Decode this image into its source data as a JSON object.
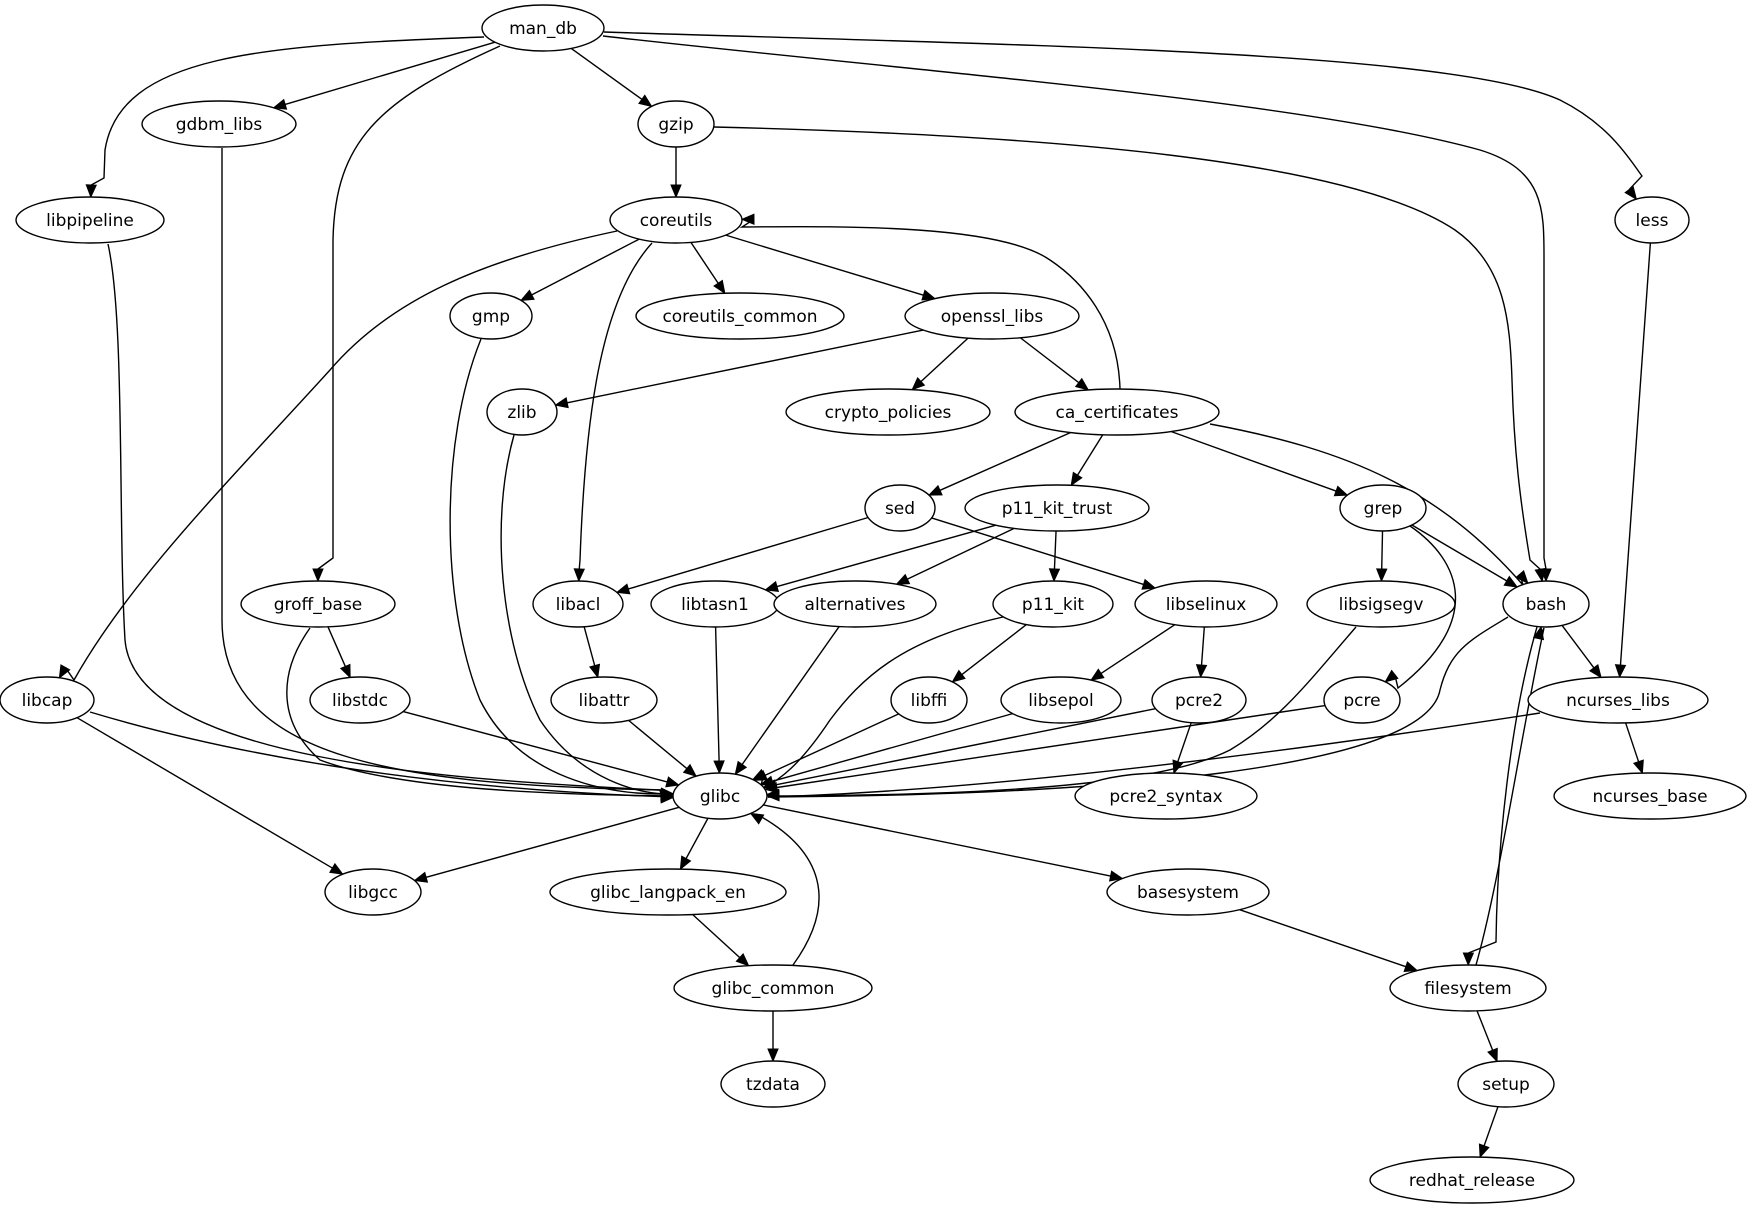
{
  "diagram": {
    "type": "directed-graph",
    "title": "package dependency graph",
    "nodes": [
      {
        "id": "man_db",
        "label": "man_db"
      },
      {
        "id": "gdbm_libs",
        "label": "gdbm_libs"
      },
      {
        "id": "gzip",
        "label": "gzip"
      },
      {
        "id": "libpipeline",
        "label": "libpipeline"
      },
      {
        "id": "coreutils",
        "label": "coreutils"
      },
      {
        "id": "less",
        "label": "less"
      },
      {
        "id": "gmp",
        "label": "gmp"
      },
      {
        "id": "coreutils_common",
        "label": "coreutils_common"
      },
      {
        "id": "openssl_libs",
        "label": "openssl_libs"
      },
      {
        "id": "zlib",
        "label": "zlib"
      },
      {
        "id": "crypto_policies",
        "label": "crypto_policies"
      },
      {
        "id": "ca_certificates",
        "label": "ca_certificates"
      },
      {
        "id": "sed",
        "label": "sed"
      },
      {
        "id": "p11_kit_trust",
        "label": "p11_kit_trust"
      },
      {
        "id": "grep",
        "label": "grep"
      },
      {
        "id": "groff_base",
        "label": "groff_base"
      },
      {
        "id": "libacl",
        "label": "libacl"
      },
      {
        "id": "libtasn1",
        "label": "libtasn1"
      },
      {
        "id": "alternatives",
        "label": "alternatives"
      },
      {
        "id": "p11_kit",
        "label": "p11_kit"
      },
      {
        "id": "libselinux",
        "label": "libselinux"
      },
      {
        "id": "libsigsegv",
        "label": "libsigsegv"
      },
      {
        "id": "bash",
        "label": "bash"
      },
      {
        "id": "libcap",
        "label": "libcap"
      },
      {
        "id": "libstdc",
        "label": "libstdc"
      },
      {
        "id": "libattr",
        "label": "libattr"
      },
      {
        "id": "libffi",
        "label": "libffi"
      },
      {
        "id": "libsepol",
        "label": "libsepol"
      },
      {
        "id": "pcre2",
        "label": "pcre2"
      },
      {
        "id": "pcre",
        "label": "pcre"
      },
      {
        "id": "ncurses_libs",
        "label": "ncurses_libs"
      },
      {
        "id": "glibc",
        "label": "glibc"
      },
      {
        "id": "pcre2_syntax",
        "label": "pcre2_syntax"
      },
      {
        "id": "ncurses_base",
        "label": "ncurses_base"
      },
      {
        "id": "libgcc",
        "label": "libgcc"
      },
      {
        "id": "glibc_langpack_en",
        "label": "glibc_langpack_en"
      },
      {
        "id": "basesystem",
        "label": "basesystem"
      },
      {
        "id": "glibc_common",
        "label": "glibc_common"
      },
      {
        "id": "filesystem",
        "label": "filesystem"
      },
      {
        "id": "tzdata",
        "label": "tzdata"
      },
      {
        "id": "setup",
        "label": "setup"
      },
      {
        "id": "redhat_release",
        "label": "redhat_release"
      }
    ],
    "edges": [
      {
        "from": "man_db",
        "to": "libpipeline"
      },
      {
        "from": "man_db",
        "to": "gdbm_libs"
      },
      {
        "from": "man_db",
        "to": "groff_base"
      },
      {
        "from": "man_db",
        "to": "gzip"
      },
      {
        "from": "man_db",
        "to": "bash"
      },
      {
        "from": "man_db",
        "to": "less"
      },
      {
        "from": "gzip",
        "to": "coreutils"
      },
      {
        "from": "gzip",
        "to": "bash"
      },
      {
        "from": "gdbm_libs",
        "to": "glibc"
      },
      {
        "from": "libpipeline",
        "to": "glibc"
      },
      {
        "from": "coreutils",
        "to": "libcap"
      },
      {
        "from": "coreutils",
        "to": "gmp"
      },
      {
        "from": "coreutils",
        "to": "libacl"
      },
      {
        "from": "coreutils",
        "to": "coreutils_common"
      },
      {
        "from": "coreutils",
        "to": "openssl_libs"
      },
      {
        "from": "less",
        "to": "ncurses_libs"
      },
      {
        "from": "gmp",
        "to": "glibc"
      },
      {
        "from": "openssl_libs",
        "to": "zlib"
      },
      {
        "from": "openssl_libs",
        "to": "crypto_policies"
      },
      {
        "from": "openssl_libs",
        "to": "ca_certificates"
      },
      {
        "from": "ca_certificates",
        "to": "coreutils"
      },
      {
        "from": "ca_certificates",
        "to": "sed"
      },
      {
        "from": "ca_certificates",
        "to": "p11_kit_trust"
      },
      {
        "from": "ca_certificates",
        "to": "grep"
      },
      {
        "from": "ca_certificates",
        "to": "bash"
      },
      {
        "from": "zlib",
        "to": "glibc"
      },
      {
        "from": "sed",
        "to": "libacl"
      },
      {
        "from": "sed",
        "to": "libselinux"
      },
      {
        "from": "p11_kit_trust",
        "to": "libtasn1"
      },
      {
        "from": "p11_kit_trust",
        "to": "alternatives"
      },
      {
        "from": "p11_kit_trust",
        "to": "p11_kit"
      },
      {
        "from": "grep",
        "to": "libsigsegv"
      },
      {
        "from": "grep",
        "to": "bash"
      },
      {
        "from": "grep",
        "to": "pcre"
      },
      {
        "from": "groff_base",
        "to": "libstdc"
      },
      {
        "from": "groff_base",
        "to": "glibc"
      },
      {
        "from": "libacl",
        "to": "libattr"
      },
      {
        "from": "libtasn1",
        "to": "glibc"
      },
      {
        "from": "alternatives",
        "to": "glibc"
      },
      {
        "from": "p11_kit",
        "to": "libffi"
      },
      {
        "from": "p11_kit",
        "to": "glibc"
      },
      {
        "from": "libselinux",
        "to": "libsepol"
      },
      {
        "from": "libselinux",
        "to": "pcre2"
      },
      {
        "from": "libsigsegv",
        "to": "glibc"
      },
      {
        "from": "bash",
        "to": "ncurses_libs"
      },
      {
        "from": "bash",
        "to": "glibc"
      },
      {
        "from": "bash",
        "to": "filesystem"
      },
      {
        "from": "libcap",
        "to": "glibc"
      },
      {
        "from": "libcap",
        "to": "libgcc"
      },
      {
        "from": "libstdc",
        "to": "glibc"
      },
      {
        "from": "libattr",
        "to": "glibc"
      },
      {
        "from": "libffi",
        "to": "glibc"
      },
      {
        "from": "libsepol",
        "to": "glibc"
      },
      {
        "from": "pcre2",
        "to": "glibc"
      },
      {
        "from": "pcre2",
        "to": "pcre2_syntax"
      },
      {
        "from": "pcre",
        "to": "glibc"
      },
      {
        "from": "ncurses_libs",
        "to": "glibc"
      },
      {
        "from": "ncurses_libs",
        "to": "ncurses_base"
      },
      {
        "from": "glibc",
        "to": "libgcc"
      },
      {
        "from": "glibc",
        "to": "glibc_langpack_en"
      },
      {
        "from": "glibc",
        "to": "basesystem"
      },
      {
        "from": "glibc_langpack_en",
        "to": "glibc_common"
      },
      {
        "from": "glibc_common",
        "to": "glibc"
      },
      {
        "from": "glibc_common",
        "to": "tzdata"
      },
      {
        "from": "basesystem",
        "to": "filesystem"
      },
      {
        "from": "filesystem",
        "to": "bash"
      },
      {
        "from": "filesystem",
        "to": "setup"
      },
      {
        "from": "setup",
        "to": "redhat_release"
      }
    ]
  }
}
